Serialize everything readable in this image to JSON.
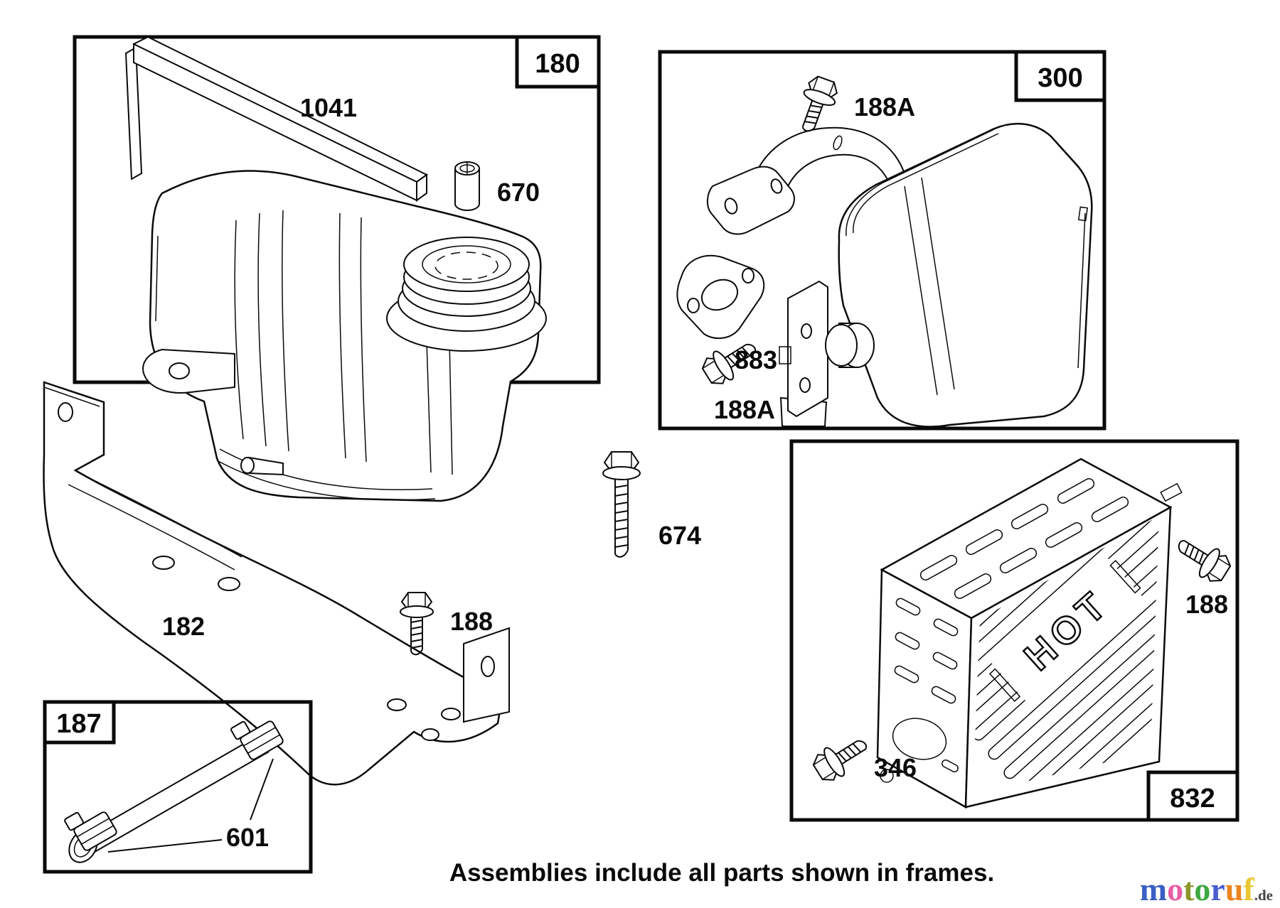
{
  "frames": {
    "f180": {
      "label": "180"
    },
    "f300": {
      "label": "300"
    },
    "f832": {
      "label": "832"
    },
    "f187": {
      "label": "187"
    }
  },
  "parts": {
    "strap": "1041",
    "bushing": "670",
    "bolt_188a_top": "188A",
    "gasket": "883",
    "bolt_188a_bottom": "188A",
    "bolt_674": "674",
    "bolt_188_mid": "188",
    "bracket": "182",
    "bolt_188_right": "188",
    "bolt_346": "346",
    "fuel_line": "601",
    "shield_embossed": "HOT"
  },
  "caption": "Assemblies include all parts shown in frames.",
  "logo": {
    "letters": [
      {
        "ch": "m",
        "color": "#3b5fc4"
      },
      {
        "ch": "o",
        "color": "#e85da4"
      },
      {
        "ch": "t",
        "color": "#8d972b"
      },
      {
        "ch": "o",
        "color": "#3ea844"
      },
      {
        "ch": "r",
        "color": "#4a5ed0"
      },
      {
        "ch": "u",
        "color": "#ec8420"
      },
      {
        "ch": "f",
        "color": "#e9c52e"
      }
    ],
    "suffix": ".de",
    "suffix_color": "#444444"
  },
  "palette": {
    "ink": "#0a0a0a",
    "paper": "#ffffff"
  }
}
